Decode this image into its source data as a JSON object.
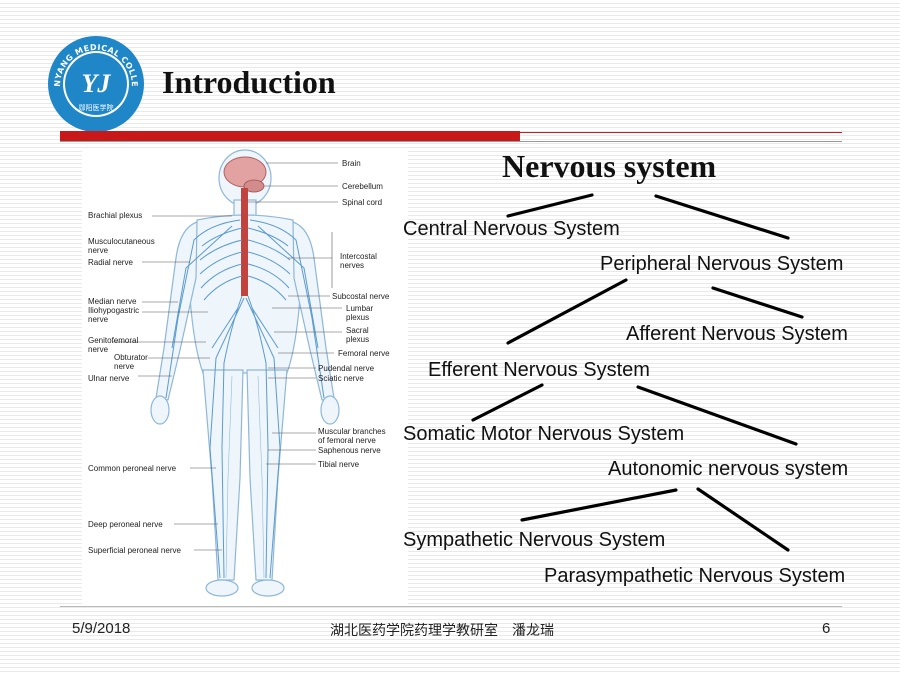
{
  "slide": {
    "title": "Introduction",
    "logo": {
      "icon": "college-seal-icon",
      "ring_text": "YUNYANG MEDICAL COLLEGE",
      "bottom_text": "郧阳医学院",
      "monogram": "YJ"
    }
  },
  "figure": {
    "labels_left": [
      "Brachial plexus",
      "Musculocutaneous\nnerve",
      "Radial nerve",
      "Median nerve",
      "Iliohypogastric\nnerve",
      "Genitofemoral\nnerve",
      "Obturator\nnerve",
      "Ulnar nerve",
      "Common peroneal nerve",
      "Deep peroneal nerve",
      "Superficial peroneal nerve"
    ],
    "labels_right": [
      "Brain",
      "Cerebellum",
      "Spinal cord",
      "Intercostal\nnerves",
      "Subcostal nerve",
      "Lumbar\nplexus",
      "Sacral\nplexus",
      "Femoral nerve",
      "Pudendal nerve",
      "Sciatic nerve",
      "Muscular branches\nof femoral nerve",
      "Saphenous nerve",
      "Tibial nerve"
    ]
  },
  "diagram": {
    "root": "Nervous system",
    "central": "Central Nervous System",
    "peripheral": "Peripheral Nervous System",
    "afferent": "Afferent Nervous System",
    "efferent": "Efferent Nervous System",
    "somatic": "Somatic Motor Nervous System",
    "autonomic": "Autonomic nervous system",
    "sympathetic": "Sympathetic Nervous System",
    "parasympathetic": "Parasympathetic Nervous System"
  },
  "footer": {
    "date": "5/9/2018",
    "institution": "湖北医药学院药理学教研室　潘龙瑞",
    "page": "6"
  }
}
